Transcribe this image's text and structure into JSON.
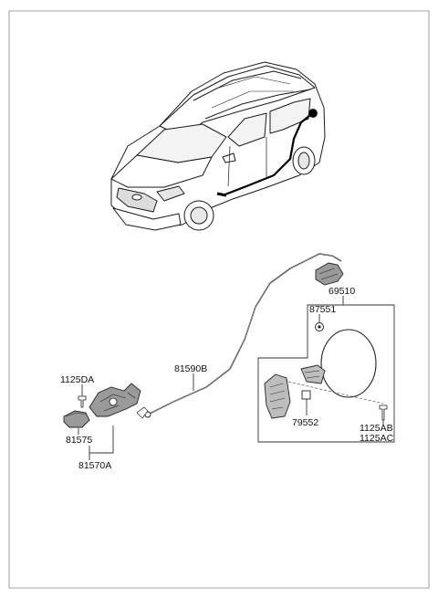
{
  "diagram": {
    "labels": {
      "fuel_door_assy": "69510",
      "fuel_door_grommet": "87551",
      "fuel_door_seat": "79552",
      "bolt_1": "1125AB",
      "bolt_2": "1125AC",
      "cable": "81590B",
      "bolt_left": "1125DA",
      "handle_cover": "81575",
      "opener_assy": "81570A"
    },
    "colors": {
      "line": "#333333",
      "frame": "#888888",
      "car_body": "#ffffff",
      "part_dark": "#9a9a9a"
    }
  }
}
